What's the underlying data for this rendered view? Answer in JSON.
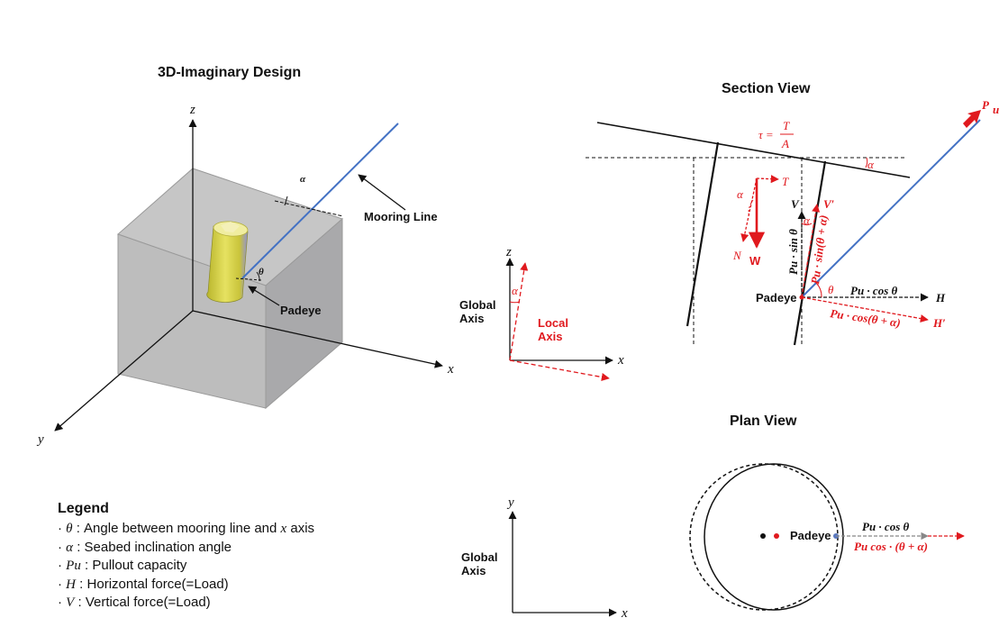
{
  "titles": {
    "imaginary": "3D-Imaginary Design",
    "section": "Section View",
    "plan": "Plan View"
  },
  "labels3d": {
    "z": "z",
    "x": "x",
    "y": "y",
    "alpha": "α",
    "theta": "θ",
    "mooring_line": "Mooring Line",
    "padeye": "Padeye"
  },
  "axes_mid": {
    "z": "z",
    "x": "x",
    "global_axis": [
      "Global",
      "Axis"
    ],
    "local_axis": [
      "Local",
      "Axis"
    ],
    "alpha": "α"
  },
  "section": {
    "tau_eq_lhs": "τ =",
    "tau_num": "T",
    "tau_den": "A",
    "alpha": "α",
    "alpha2": "α",
    "alpha3": "α",
    "T": "T",
    "N": "N",
    "W": "W",
    "V": "V",
    "V_prime": "V′",
    "Pu": "P",
    "Pu_sub": "u",
    "pu_sin": "Pu · sin θ",
    "pu_sin_ta": "Pu · sin(θ + α)",
    "pu_cos": "Pu · cos θ",
    "pu_cos_ta": "Pu · cos(θ + α)",
    "theta": "θ",
    "padeye": "Padeye",
    "H": "H",
    "H_prime": "H′"
  },
  "axes_bottom": {
    "y": "y",
    "x": "x",
    "global_axis": [
      "Global",
      "Axis"
    ]
  },
  "plan": {
    "padeye": "Padeye",
    "pu_cos": "Pu · cos θ",
    "pu_cos_ta": "Pu cos · (θ + α)"
  },
  "legend": {
    "title": "Legend",
    "items": [
      {
        "sym": "θ",
        "text": " : Angle between mooring line and ",
        "tail_sym": "x",
        "tail": " axis"
      },
      {
        "sym": "α",
        "text": " : Seabed inclination angle",
        "tail_sym": "",
        "tail": ""
      },
      {
        "sym": "Pu",
        "text": " : Pullout capacity",
        "tail_sym": "",
        "tail": ""
      },
      {
        "sym": "H",
        "text": " : Horizontal force(=Load)",
        "tail_sym": "",
        "tail": ""
      },
      {
        "sym": "V",
        "text": " : Vertical force(=Load)",
        "tail_sym": "",
        "tail": ""
      }
    ]
  },
  "colors": {
    "red": "#e0191e",
    "blue": "#4472c4",
    "box_front": "#bdbdbd",
    "box_top": "#c6c6c6",
    "box_side": "#a9a9ab",
    "cylinder": "#d9d44a",
    "black": "#111111"
  }
}
